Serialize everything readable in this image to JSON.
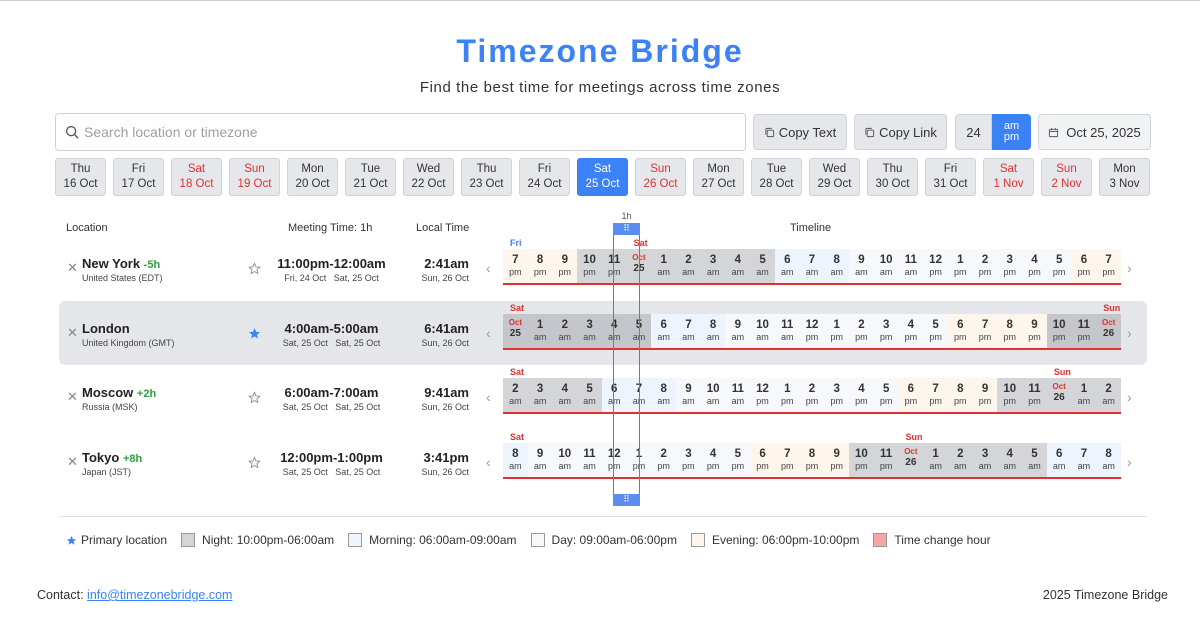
{
  "header": {
    "title": "Timezone Bridge",
    "subtitle": "Find the best time for meetings across time zones"
  },
  "toolbar": {
    "search_placeholder": "Search location or timezone",
    "search_value": "",
    "copy_text_label": "Copy Text",
    "copy_link_label": "Copy Link",
    "format_24_label": "24",
    "format_ampm_line1": "am",
    "format_ampm_line2": "pm",
    "format_selected": "ampm",
    "date_label": "Oct 25, 2025"
  },
  "days": [
    {
      "dow": "Thu",
      "date": "16 Oct",
      "weekend": false,
      "active": false
    },
    {
      "dow": "Fri",
      "date": "17 Oct",
      "weekend": false,
      "active": false
    },
    {
      "dow": "Sat",
      "date": "18 Oct",
      "weekend": true,
      "active": false
    },
    {
      "dow": "Sun",
      "date": "19 Oct",
      "weekend": true,
      "active": false
    },
    {
      "dow": "Mon",
      "date": "20 Oct",
      "weekend": false,
      "active": false
    },
    {
      "dow": "Tue",
      "date": "21 Oct",
      "weekend": false,
      "active": false
    },
    {
      "dow": "Wed",
      "date": "22 Oct",
      "weekend": false,
      "active": false
    },
    {
      "dow": "Thu",
      "date": "23 Oct",
      "weekend": false,
      "active": false
    },
    {
      "dow": "Fri",
      "date": "24 Oct",
      "weekend": false,
      "active": false
    },
    {
      "dow": "Sat",
      "date": "25 Oct",
      "weekend": true,
      "active": true
    },
    {
      "dow": "Sun",
      "date": "26 Oct",
      "weekend": true,
      "active": false
    },
    {
      "dow": "Mon",
      "date": "27 Oct",
      "weekend": false,
      "active": false
    },
    {
      "dow": "Tue",
      "date": "28 Oct",
      "weekend": false,
      "active": false
    },
    {
      "dow": "Wed",
      "date": "29 Oct",
      "weekend": false,
      "active": false
    },
    {
      "dow": "Thu",
      "date": "30 Oct",
      "weekend": false,
      "active": false
    },
    {
      "dow": "Fri",
      "date": "31 Oct",
      "weekend": false,
      "active": false
    },
    {
      "dow": "Sat",
      "date": "1 Nov",
      "weekend": true,
      "active": false
    },
    {
      "dow": "Sun",
      "date": "2 Nov",
      "weekend": true,
      "active": false
    },
    {
      "dow": "Mon",
      "date": "3 Nov",
      "weekend": false,
      "active": false
    }
  ],
  "table_headers": {
    "location": "Location",
    "meeting_time": "Meeting Time: 1h",
    "local_time": "Local Time",
    "timeline": "Timeline"
  },
  "selection": {
    "duration_label": "1h",
    "handle_glyph": "⠿"
  },
  "locations": [
    {
      "city": "New York",
      "offset": "-5h",
      "country": "United States (EDT)",
      "primary": false,
      "meeting_start": "11:00pm",
      "meeting_end": "12:00am",
      "start_date": "Fri, 24 Oct",
      "end_date": "Sat, 25 Oct",
      "local_time": "2:41am",
      "local_date": "Sun, 26 Oct",
      "day_labels": [
        {
          "text": "Fri",
          "cell": 0,
          "color": "#3b82f6"
        },
        {
          "text": "Sat",
          "cell": 5,
          "color": "#e03131"
        }
      ],
      "cells": [
        {
          "h": "7",
          "ap": "pm",
          "z": "evening"
        },
        {
          "h": "8",
          "ap": "pm",
          "z": "evening"
        },
        {
          "h": "9",
          "ap": "pm",
          "z": "evening"
        },
        {
          "h": "10",
          "ap": "pm",
          "z": "night"
        },
        {
          "h": "11",
          "ap": "pm",
          "z": "night"
        },
        {
          "mo": "Oct",
          "dd": "25",
          "z": "night"
        },
        {
          "h": "1",
          "ap": "am",
          "z": "night"
        },
        {
          "h": "2",
          "ap": "am",
          "z": "night"
        },
        {
          "h": "3",
          "ap": "am",
          "z": "night"
        },
        {
          "h": "4",
          "ap": "am",
          "z": "night"
        },
        {
          "h": "5",
          "ap": "am",
          "z": "night"
        },
        {
          "h": "6",
          "ap": "am",
          "z": "morning"
        },
        {
          "h": "7",
          "ap": "am",
          "z": "morning"
        },
        {
          "h": "8",
          "ap": "am",
          "z": "morning"
        },
        {
          "h": "9",
          "ap": "am",
          "z": "day-c"
        },
        {
          "h": "10",
          "ap": "am",
          "z": "day-c"
        },
        {
          "h": "11",
          "ap": "am",
          "z": "day-c"
        },
        {
          "h": "12",
          "ap": "pm",
          "z": "day-c"
        },
        {
          "h": "1",
          "ap": "pm",
          "z": "day-c"
        },
        {
          "h": "2",
          "ap": "pm",
          "z": "day-c"
        },
        {
          "h": "3",
          "ap": "pm",
          "z": "day-c"
        },
        {
          "h": "4",
          "ap": "pm",
          "z": "day-c"
        },
        {
          "h": "5",
          "ap": "pm",
          "z": "day-c"
        },
        {
          "h": "6",
          "ap": "pm",
          "z": "evening"
        },
        {
          "h": "7",
          "ap": "pm",
          "z": "evening"
        }
      ]
    },
    {
      "city": "London",
      "offset": "",
      "country": "United Kingdom (GMT)",
      "primary": true,
      "meeting_start": "4:00am",
      "meeting_end": "5:00am",
      "start_date": "Sat, 25 Oct",
      "end_date": "Sat, 25 Oct",
      "local_time": "6:41am",
      "local_date": "Sun, 26 Oct",
      "day_labels": [
        {
          "text": "Sat",
          "cell": 0,
          "color": "#e03131"
        },
        {
          "text": "Sun",
          "cell": 24,
          "color": "#e03131"
        }
      ],
      "cells": [
        {
          "mo": "Oct",
          "dd": "25",
          "z": "night"
        },
        {
          "h": "1",
          "ap": "am",
          "z": "night"
        },
        {
          "h": "2",
          "ap": "am",
          "z": "night"
        },
        {
          "h": "3",
          "ap": "am",
          "z": "night"
        },
        {
          "h": "4",
          "ap": "am",
          "z": "night"
        },
        {
          "h": "5",
          "ap": "am",
          "z": "night"
        },
        {
          "h": "6",
          "ap": "am",
          "z": "morning"
        },
        {
          "h": "7",
          "ap": "am",
          "z": "morning"
        },
        {
          "h": "8",
          "ap": "am",
          "z": "morning"
        },
        {
          "h": "9",
          "ap": "am",
          "z": "day-c"
        },
        {
          "h": "10",
          "ap": "am",
          "z": "day-c"
        },
        {
          "h": "11",
          "ap": "am",
          "z": "day-c"
        },
        {
          "h": "12",
          "ap": "pm",
          "z": "day-c"
        },
        {
          "h": "1",
          "ap": "pm",
          "z": "day-c"
        },
        {
          "h": "2",
          "ap": "pm",
          "z": "day-c"
        },
        {
          "h": "3",
          "ap": "pm",
          "z": "day-c"
        },
        {
          "h": "4",
          "ap": "pm",
          "z": "day-c"
        },
        {
          "h": "5",
          "ap": "pm",
          "z": "day-c"
        },
        {
          "h": "6",
          "ap": "pm",
          "z": "evening"
        },
        {
          "h": "7",
          "ap": "pm",
          "z": "evening"
        },
        {
          "h": "8",
          "ap": "pm",
          "z": "evening"
        },
        {
          "h": "9",
          "ap": "pm",
          "z": "evening"
        },
        {
          "h": "10",
          "ap": "pm",
          "z": "night"
        },
        {
          "h": "11",
          "ap": "pm",
          "z": "night"
        },
        {
          "mo": "Oct",
          "dd": "26",
          "z": "night"
        }
      ]
    },
    {
      "city": "Moscow",
      "offset": "+2h",
      "country": "Russia (MSK)",
      "primary": false,
      "meeting_start": "6:00am",
      "meeting_end": "7:00am",
      "start_date": "Sat, 25 Oct",
      "end_date": "Sat, 25 Oct",
      "local_time": "9:41am",
      "local_date": "Sun, 26 Oct",
      "day_labels": [
        {
          "text": "Sat",
          "cell": 0,
          "color": "#e03131"
        },
        {
          "text": "Sun",
          "cell": 22,
          "color": "#e03131"
        }
      ],
      "cells": [
        {
          "h": "2",
          "ap": "am",
          "z": "night"
        },
        {
          "h": "3",
          "ap": "am",
          "z": "night"
        },
        {
          "h": "4",
          "ap": "am",
          "z": "night"
        },
        {
          "h": "5",
          "ap": "am",
          "z": "night"
        },
        {
          "h": "6",
          "ap": "am",
          "z": "morning"
        },
        {
          "h": "7",
          "ap": "am",
          "z": "morning"
        },
        {
          "h": "8",
          "ap": "am",
          "z": "morning"
        },
        {
          "h": "9",
          "ap": "am",
          "z": "day-c"
        },
        {
          "h": "10",
          "ap": "am",
          "z": "day-c"
        },
        {
          "h": "11",
          "ap": "am",
          "z": "day-c"
        },
        {
          "h": "12",
          "ap": "pm",
          "z": "day-c"
        },
        {
          "h": "1",
          "ap": "pm",
          "z": "day-c"
        },
        {
          "h": "2",
          "ap": "pm",
          "z": "day-c"
        },
        {
          "h": "3",
          "ap": "pm",
          "z": "day-c"
        },
        {
          "h": "4",
          "ap": "pm",
          "z": "day-c"
        },
        {
          "h": "5",
          "ap": "pm",
          "z": "day-c"
        },
        {
          "h": "6",
          "ap": "pm",
          "z": "evening"
        },
        {
          "h": "7",
          "ap": "pm",
          "z": "evening"
        },
        {
          "h": "8",
          "ap": "pm",
          "z": "evening"
        },
        {
          "h": "9",
          "ap": "pm",
          "z": "evening"
        },
        {
          "h": "10",
          "ap": "pm",
          "z": "night"
        },
        {
          "h": "11",
          "ap": "pm",
          "z": "night"
        },
        {
          "mo": "Oct",
          "dd": "26",
          "z": "night"
        },
        {
          "h": "1",
          "ap": "am",
          "z": "night"
        },
        {
          "h": "2",
          "ap": "am",
          "z": "night"
        }
      ]
    },
    {
      "city": "Tokyo",
      "offset": "+8h",
      "country": "Japan (JST)",
      "primary": false,
      "meeting_start": "12:00pm",
      "meeting_end": "1:00pm",
      "start_date": "Sat, 25 Oct",
      "end_date": "Sat, 25 Oct",
      "local_time": "3:41pm",
      "local_date": "Sun, 26 Oct",
      "day_labels": [
        {
          "text": "Sat",
          "cell": 0,
          "color": "#e03131"
        },
        {
          "text": "Sun",
          "cell": 16,
          "color": "#e03131"
        }
      ],
      "cells": [
        {
          "h": "8",
          "ap": "am",
          "z": "morning"
        },
        {
          "h": "9",
          "ap": "am",
          "z": "day-c"
        },
        {
          "h": "10",
          "ap": "am",
          "z": "day-c"
        },
        {
          "h": "11",
          "ap": "am",
          "z": "day-c"
        },
        {
          "h": "12",
          "ap": "pm",
          "z": "day-c"
        },
        {
          "h": "1",
          "ap": "pm",
          "z": "day-c"
        },
        {
          "h": "2",
          "ap": "pm",
          "z": "day-c"
        },
        {
          "h": "3",
          "ap": "pm",
          "z": "day-c"
        },
        {
          "h": "4",
          "ap": "pm",
          "z": "day-c"
        },
        {
          "h": "5",
          "ap": "pm",
          "z": "day-c"
        },
        {
          "h": "6",
          "ap": "pm",
          "z": "evening"
        },
        {
          "h": "7",
          "ap": "pm",
          "z": "evening"
        },
        {
          "h": "8",
          "ap": "pm",
          "z": "evening"
        },
        {
          "h": "9",
          "ap": "pm",
          "z": "evening"
        },
        {
          "h": "10",
          "ap": "pm",
          "z": "night"
        },
        {
          "h": "11",
          "ap": "pm",
          "z": "night"
        },
        {
          "mo": "Oct",
          "dd": "26",
          "z": "night"
        },
        {
          "h": "1",
          "ap": "am",
          "z": "night"
        },
        {
          "h": "2",
          "ap": "am",
          "z": "night"
        },
        {
          "h": "3",
          "ap": "am",
          "z": "night"
        },
        {
          "h": "4",
          "ap": "am",
          "z": "night"
        },
        {
          "h": "5",
          "ap": "am",
          "z": "night"
        },
        {
          "h": "6",
          "ap": "am",
          "z": "morning"
        },
        {
          "h": "7",
          "ap": "am",
          "z": "morning"
        },
        {
          "h": "8",
          "ap": "am",
          "z": "morning"
        }
      ]
    }
  ],
  "legend": {
    "primary": "Primary location",
    "night": "Night: 10:00pm-06:00am",
    "morning": "Morning: 06:00am-09:00am",
    "day": "Day: 09:00am-06:00pm",
    "evening": "Evening: 06:00pm-10:00pm",
    "time_change": "Time change hour"
  },
  "colors": {
    "accent": "#3b82f6",
    "weekend": "#e03131",
    "offset_positive": "#2f9e44",
    "night": "#d4d5d9",
    "morning": "#edf4fe",
    "day": "#f6f8fb",
    "evening": "#fef6ed",
    "time_change": "#f7a6a6"
  },
  "footer": {
    "contact_label": "Contact:",
    "contact_email": "info@timezonebridge.com",
    "copyright": "2025 Timezone Bridge"
  }
}
